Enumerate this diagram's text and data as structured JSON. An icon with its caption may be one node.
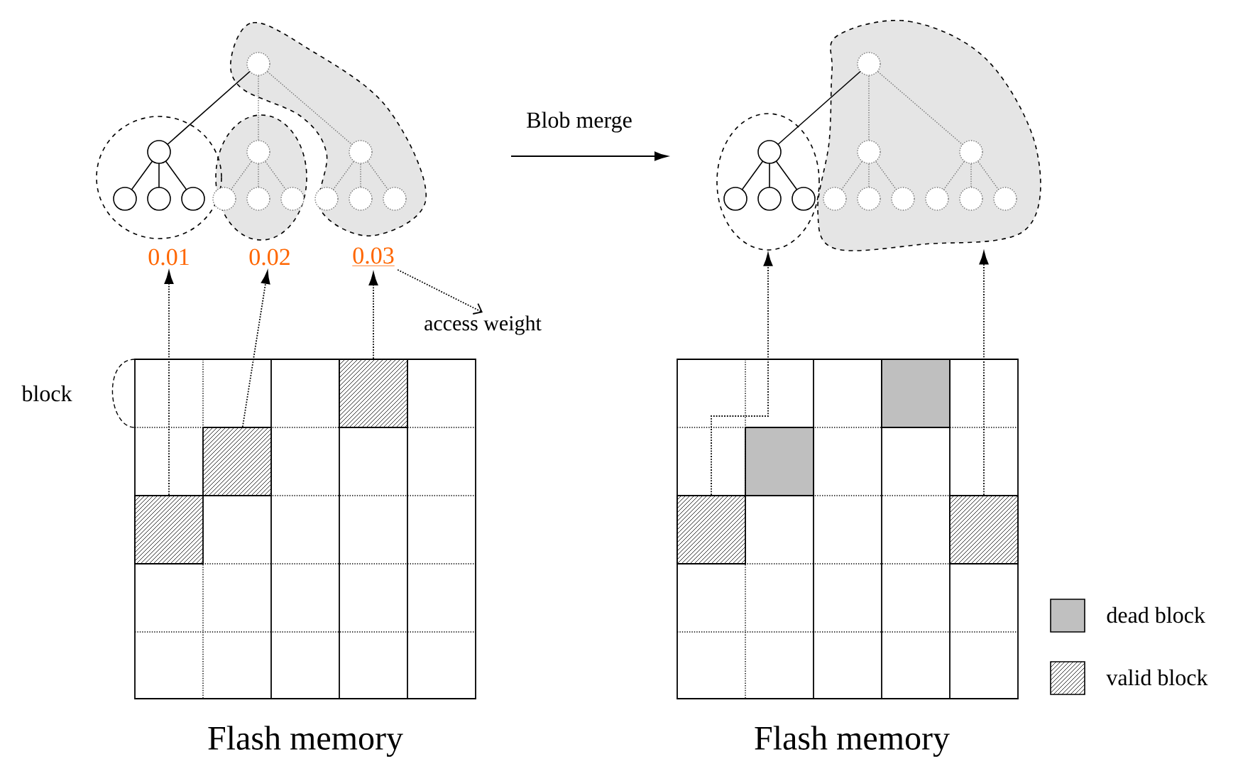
{
  "diagram": {
    "nodes": [
      {
        "text": [
          "0.01"
        ]
      },
      {
        "text": [
          "0.02"
        ]
      },
      {
        "text": [
          "0.03"
        ]
      },
      {
        "text": [
          "access weight"
        ]
      },
      {
        "text": [],
        "shape": "circle"
      },
      {
        "text": [],
        "shape": "cloud"
      },
      {
        "text": [],
        "shape": "box"
      },
      {
        "text": [],
        "shape": "box"
      },
      {
        "text": [],
        "shape": "box"
      },
      {
        "text": [],
        "shape": "box"
      },
      {
        "text": [],
        "shape": "box"
      }
    ],
    "edges": [
      {
        "from": 6,
        "to": 0,
        "arrow": "to"
      },
      {
        "from": 7,
        "to": 1,
        "arrow": "to"
      },
      {
        "from": 8,
        "to": 2,
        "arrow": "to"
      },
      {
        "from": 2,
        "to": 3,
        "arrow": "to"
      },
      {
        "from": 9,
        "to": 4,
        "arrow": "to"
      },
      {
        "from": 10,
        "to": 5,
        "arrow": "to"
      }
    ],
    "labels": [
      "Blob merge",
      "block",
      "Flash memory",
      "Flash memory"
    ],
    "legend": [
      {
        "text": "dead block",
        "color": "#c0c0c0"
      },
      {
        "text": "valid block"
      }
    ]
  }
}
